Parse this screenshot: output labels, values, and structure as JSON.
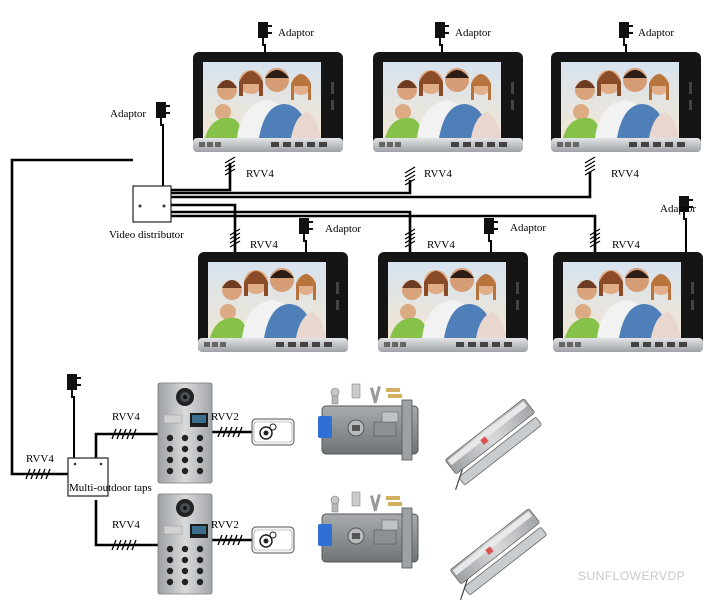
{
  "labels": {
    "adaptor": "Adaptor",
    "rvv4": "RVV4",
    "rvv2": "RVV2",
    "video_distributor": "Video distributor",
    "multi_outdoor_taps": "Multi-outdoor taps"
  },
  "watermark": "SUNFLOWERVDP",
  "colors": {
    "monitor_frame": "#1a1a1a",
    "monitor_bezel": "#c9ccd0",
    "screen_sky": "#e8d9c4",
    "wire": "#000000",
    "lock_blue": "#2f6fd6",
    "lock_body": "#8a8f93",
    "panel": "#b9bcbf"
  }
}
